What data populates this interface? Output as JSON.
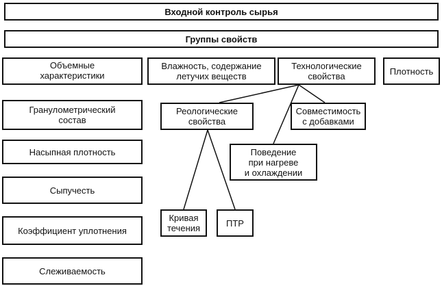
{
  "diagram": {
    "title": "Входной контроль сырья",
    "groups": "Группы свойств",
    "volumetric": "Объемные\nхарактеристики",
    "moisture": "Влажность, содержание\nлетучих веществ",
    "technological": "Технологические\nсвойства",
    "density": "Плотность",
    "granulometric": "Гранулометрический\nсостав",
    "bulk_density": "Насыпная плотность",
    "flowability": "Сыпучесть",
    "compaction": "Коэффициент уплотнения",
    "caking": "Слеживаемость",
    "rheological": "Реологические\nсвойства",
    "compatibility": "Совместимость\nс добавками",
    "heating": "Поведение\nпри нагреве\nи охлаждении",
    "flow_curve": "Кривая\nтечения",
    "ptr": "ПТР"
  }
}
